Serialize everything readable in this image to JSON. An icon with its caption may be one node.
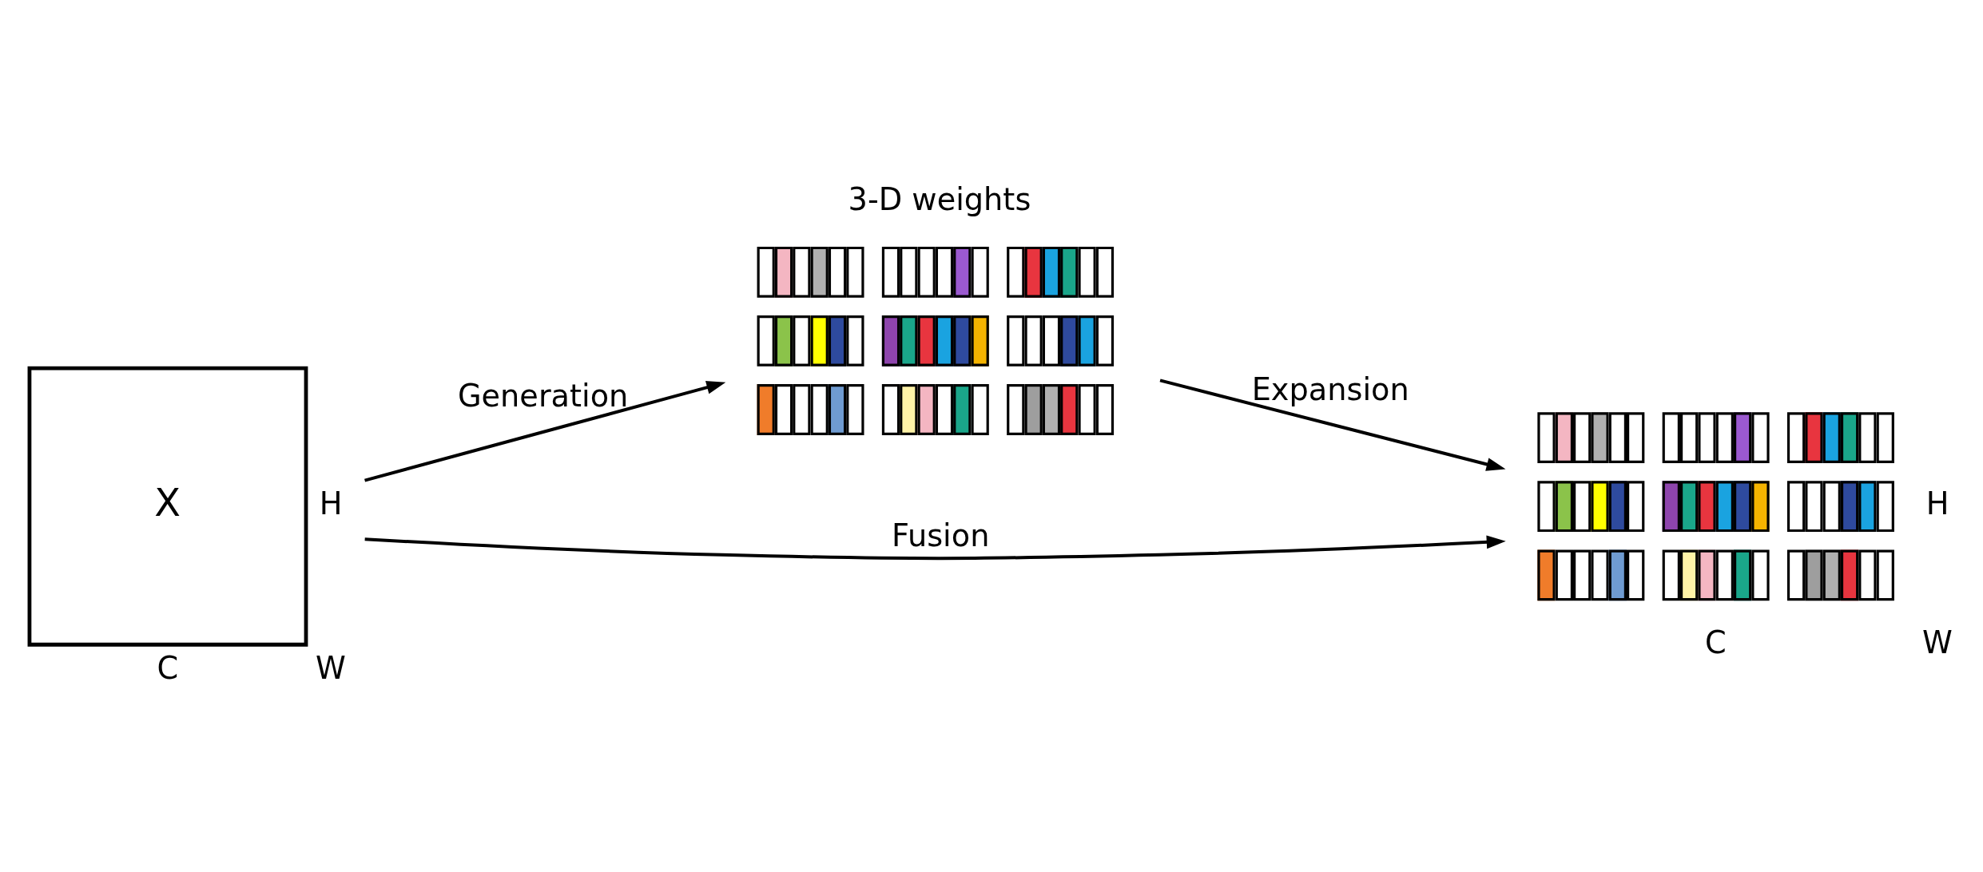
{
  "diagram": {
    "nodes": [
      {
        "text": [
          "X"
        ],
        "beside": [
          "H",
          "W",
          "C"
        ]
      },
      {
        "text": [
          "3-D weights"
        ]
      },
      {
        "text": [],
        "shape": "picture",
        "beside": [
          "H",
          "W",
          "C"
        ]
      }
    ],
    "edges": [
      {
        "from": 0,
        "to": 1,
        "arrow": "to",
        "label": "Generation"
      },
      {
        "from": 1,
        "to": 2,
        "arrow": "to",
        "label": "Expansion"
      },
      {
        "from": 0,
        "to": 2,
        "arrow": "to",
        "label": "Fusion"
      }
    ]
  }
}
